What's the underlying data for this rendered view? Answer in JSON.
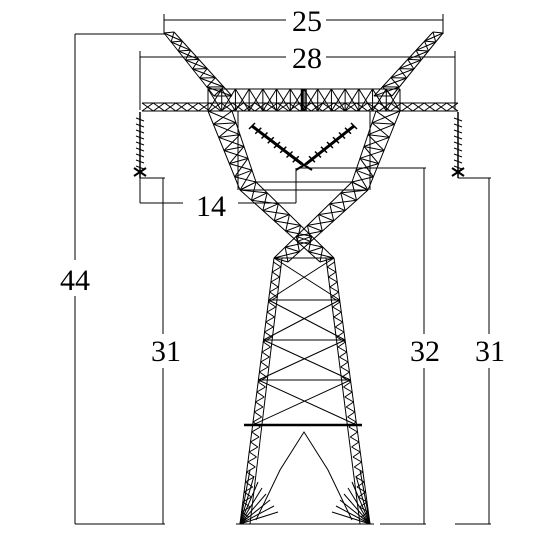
{
  "dimensions": {
    "top_width": "25",
    "crossarm_width": "28",
    "phase_spacing": "14",
    "total_height": "44",
    "left_conductor_height": "31",
    "middle_conductor_height": "32",
    "right_conductor_height": "31"
  },
  "colors": {
    "line": "#000000",
    "background": "#ffffff"
  }
}
